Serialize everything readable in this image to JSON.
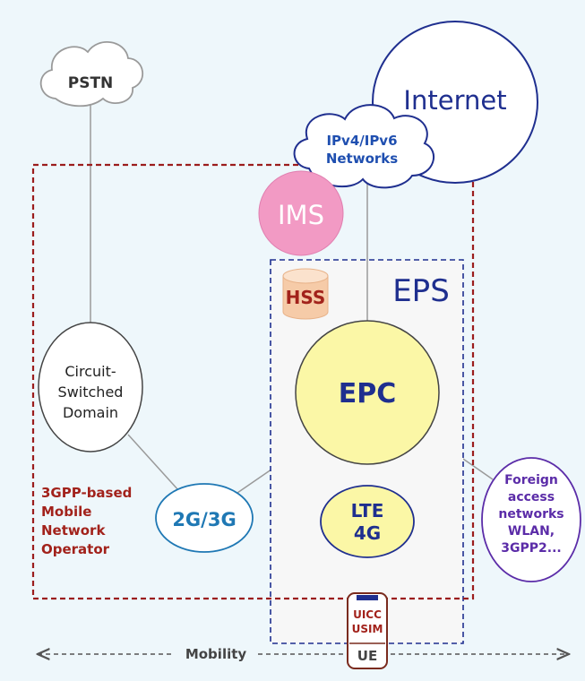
{
  "diagram": {
    "nodes": {
      "pstn": "PSTN",
      "internet": "Internet",
      "ip_networks": [
        "IPv4/IPv6",
        "Networks"
      ],
      "ims": "IMS",
      "hss": "HSS",
      "eps": "EPS",
      "epc": "EPC",
      "circuit_switched": [
        "Circuit-",
        "Switched",
        "Domain"
      ],
      "ran_2g3g": "2G/3G",
      "lte": [
        "LTE",
        "4G"
      ],
      "foreign_access": [
        "Foreign",
        "access",
        "networks",
        "WLAN,",
        "3GPP2..."
      ],
      "operator_label": [
        "3GPP-based",
        "Mobile",
        "Network",
        "Operator"
      ],
      "ue": "UE",
      "uicc": [
        "UICC",
        "USIM"
      ],
      "mobility": "Mobility"
    },
    "colors": {
      "background": "#eef7fb",
      "operator_border": "#9b1d1d",
      "eps_border": "#1f2f8f",
      "internet_text": "#1f2f8f",
      "ip_text": "#1f4fb0",
      "ims_fill": "#f29ac4",
      "hss_fill": "#f6cba8",
      "hss_text": "#a2221b",
      "epc_fill": "#fbf7a6",
      "lte_fill": "#fbf7a6",
      "ran_2g3g_color": "#1f78b4",
      "foreign_color": "#5b2ca8",
      "operator_text": "#a2221b",
      "line": "#9a9a9a"
    }
  }
}
